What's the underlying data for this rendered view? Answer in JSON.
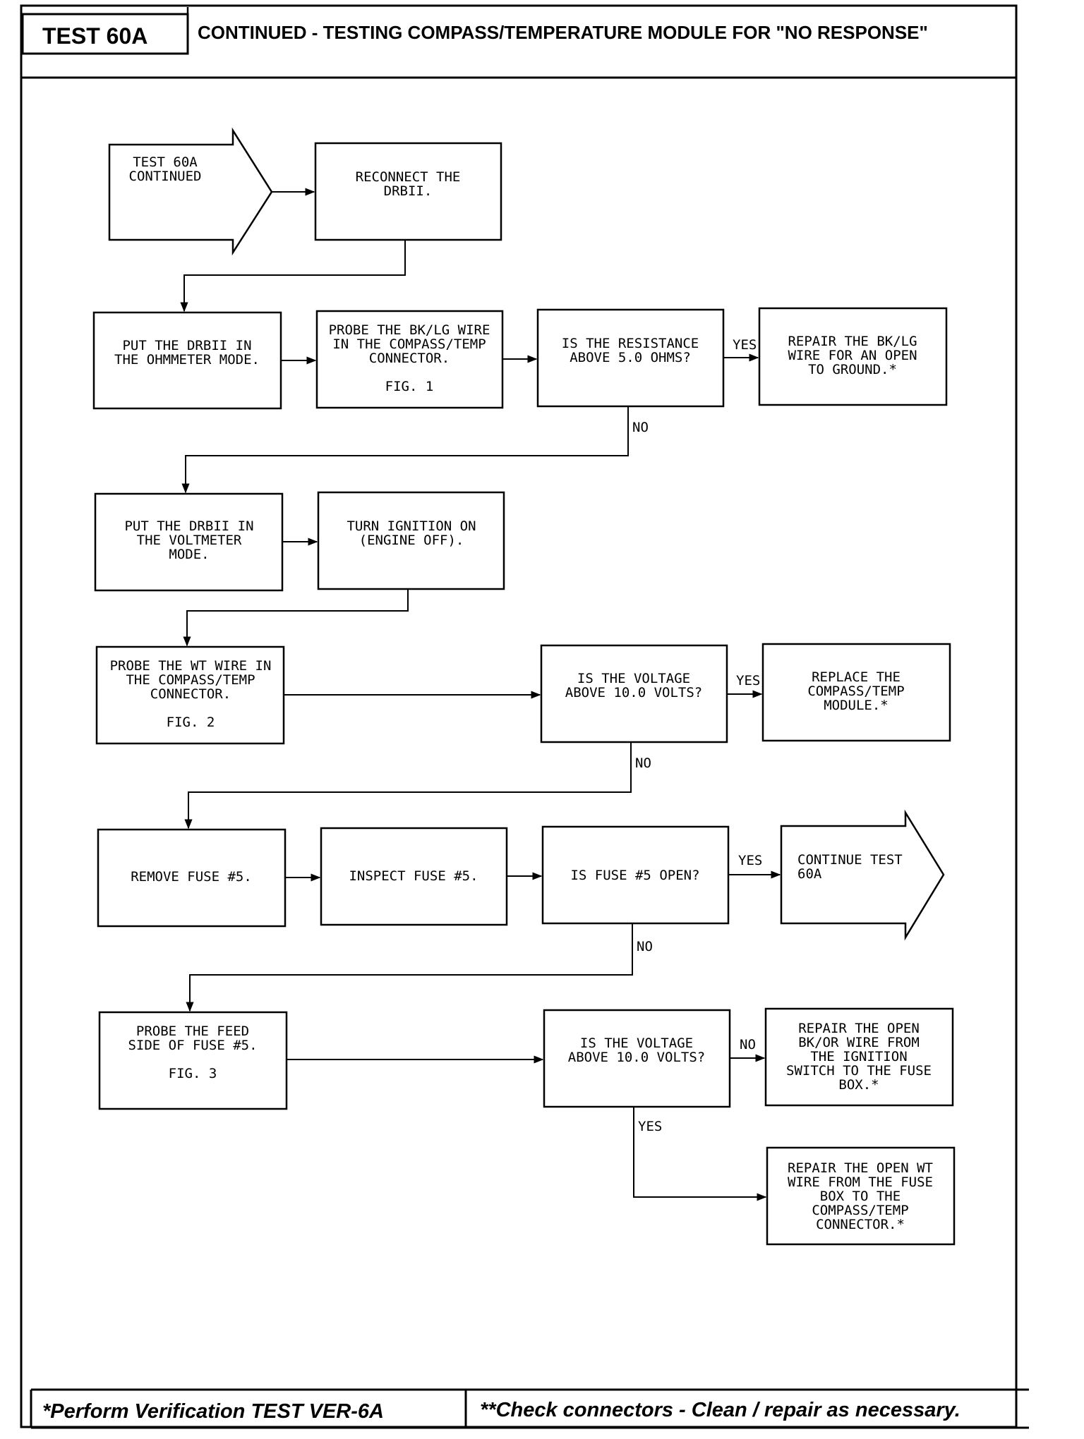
{
  "header": {
    "test_id": "TEST 60A",
    "title": "CONTINUED - TESTING COMPASS/TEMPERATURE MODULE FOR \"NO RESPONSE\""
  },
  "nodes": {
    "start": [
      "TEST 60A",
      "CONTINUED"
    ],
    "reconnect": [
      "RECONNECT THE",
      "DRBII."
    ],
    "ohmmeter": [
      "PUT THE DRBII IN",
      "THE OHMMETER MODE."
    ],
    "probe_bklg": [
      "PROBE THE BK/LG WIRE",
      "IN THE COMPASS/TEMP",
      "CONNECTOR.",
      "",
      "FIG. 1"
    ],
    "q_resistance": [
      "IS THE RESISTANCE",
      "ABOVE 5.0 OHMS?"
    ],
    "repair_bklg": [
      "REPAIR THE BK/LG",
      "WIRE FOR AN OPEN",
      "TO GROUND.*"
    ],
    "voltmeter": [
      "PUT THE DRBII IN",
      "THE VOLTMETER",
      "MODE."
    ],
    "ignition_on": [
      "TURN IGNITION ON",
      "(ENGINE OFF)."
    ],
    "probe_wt": [
      "PROBE THE WT WIRE IN",
      "THE COMPASS/TEMP",
      "CONNECTOR.",
      "",
      "FIG. 2"
    ],
    "q_voltage1": [
      "IS THE VOLTAGE",
      "ABOVE 10.0 VOLTS?"
    ],
    "replace_module": [
      "REPLACE THE",
      "COMPASS/TEMP",
      "MODULE.*"
    ],
    "remove_fuse": [
      "REMOVE FUSE #5."
    ],
    "inspect_fuse": [
      "INSPECT FUSE #5."
    ],
    "q_fuse_open": [
      "IS FUSE #5 OPEN?"
    ],
    "continue_test": [
      "CONTINUE TEST",
      "60A"
    ],
    "probe_feed": [
      "PROBE THE FEED",
      "SIDE OF FUSE #5.",
      "",
      "FIG. 3"
    ],
    "q_voltage2": [
      "IS THE VOLTAGE",
      "ABOVE 10.0 VOLTS?"
    ],
    "repair_bkor": [
      "REPAIR THE OPEN",
      "BK/OR WIRE FROM",
      "THE IGNITION",
      "SWITCH TO THE FUSE",
      "BOX.*"
    ],
    "repair_wt": [
      "REPAIR THE OPEN WT",
      "WIRE FROM THE FUSE",
      "BOX TO THE",
      "COMPASS/TEMP",
      "CONNECTOR.*"
    ]
  },
  "edge_labels": {
    "yes": "YES",
    "no": "NO"
  },
  "footer": {
    "left": "*Perform Verification TEST VER-6A",
    "right": "**Check connectors - Clean / repair as necessary."
  }
}
